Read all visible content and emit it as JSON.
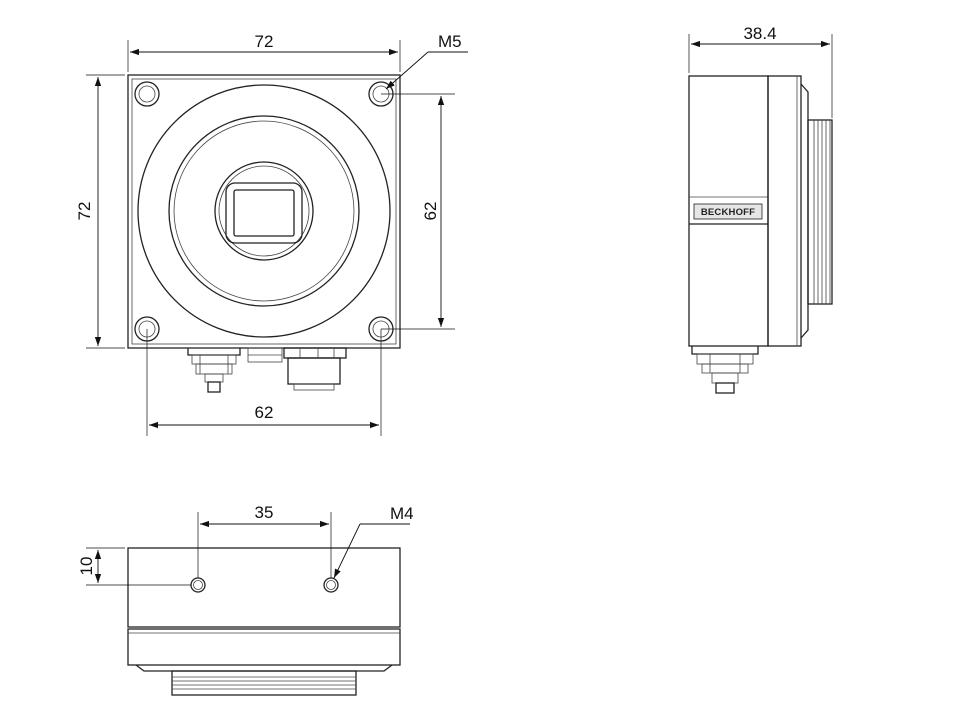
{
  "front_view": {
    "width_label": "72",
    "height_label": "72",
    "hole_spacing_vertical_label": "62",
    "hole_spacing_horizontal_label": "62",
    "thread_label": "M5"
  },
  "side_view": {
    "depth_label": "38.4",
    "brand_label": "BECKHOFF"
  },
  "bottom_view": {
    "hole_spacing_label": "35",
    "edge_offset_label": "10",
    "thread_label": "M4"
  }
}
